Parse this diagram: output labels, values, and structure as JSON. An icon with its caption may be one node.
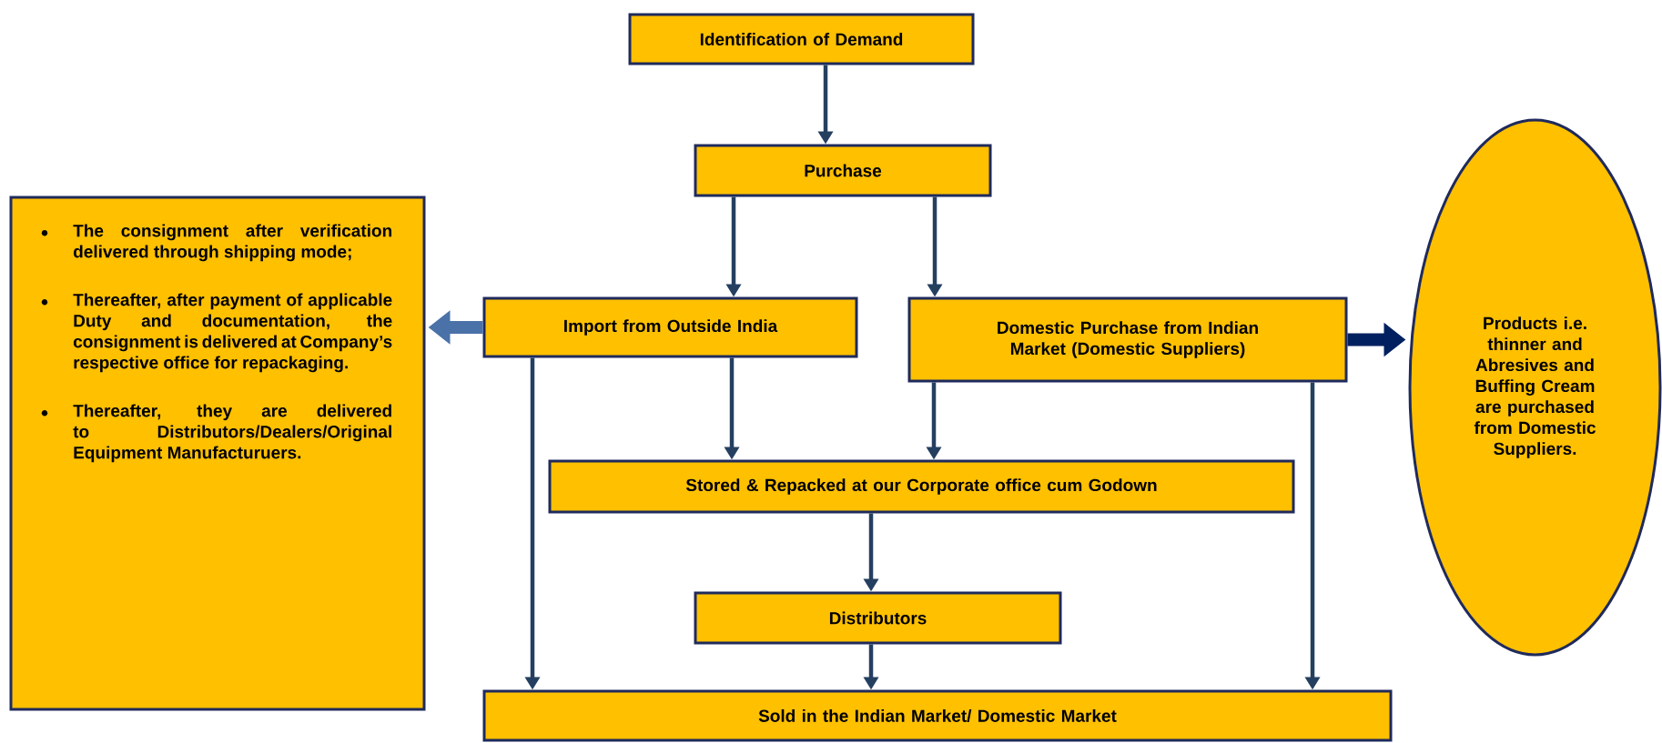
{
  "diagram": {
    "nodes": [
      {
        "text": [
          "Identification of Demand"
        ]
      },
      {
        "text": [
          "Purchase"
        ]
      },
      {
        "text": [
          "Import from Outside India"
        ]
      },
      {
        "text": [
          "Domestic Purchase from Indian Market (Domestic Suppliers)"
        ]
      },
      {
        "text": [
          "Stored & Repacked at our Corporate office cum Godown"
        ]
      },
      {
        "text": [
          "Distributors"
        ]
      },
      {
        "text": [
          "Sold in the Indian Market/ Domestic Market"
        ]
      },
      {
        "text": [
          "The consignment after verification delivered through shipping mode;",
          "Thereafter, after payment of applicable Duty and documentation, the consignment is delivered at Company’s respective office for repackaging.",
          "Thereafter, they are delivered to Distributors/Dealers/Original Equipment Manufacturuers."
        ]
      },
      {
        "text": [
          "Products i.e. thinner and Abresives and Buffing Cream are purchased from Domestic Suppliers."
        ]
      }
    ],
    "edges": [
      {
        "from": 0,
        "to": 1,
        "arrow": "to"
      },
      {
        "from": 1,
        "to": 2,
        "arrow": "to"
      },
      {
        "from": 1,
        "to": 3,
        "arrow": "to"
      },
      {
        "from": 2,
        "to": 4,
        "arrow": "to"
      },
      {
        "from": 3,
        "to": 4,
        "arrow": "to"
      },
      {
        "from": 4,
        "to": 5,
        "arrow": "to"
      },
      {
        "from": 5,
        "to": 6,
        "arrow": "to"
      },
      {
        "from": 2,
        "to": 6,
        "arrow": "to"
      },
      {
        "from": 3,
        "to": 6,
        "arrow": "to"
      },
      {
        "from": 2,
        "to": 7,
        "arrow": "to",
        "style": "thick",
        "color": "#4a72a8"
      },
      {
        "from": 3,
        "to": 8,
        "arrow": "to",
        "style": "thick",
        "color": "#002060"
      }
    ]
  }
}
